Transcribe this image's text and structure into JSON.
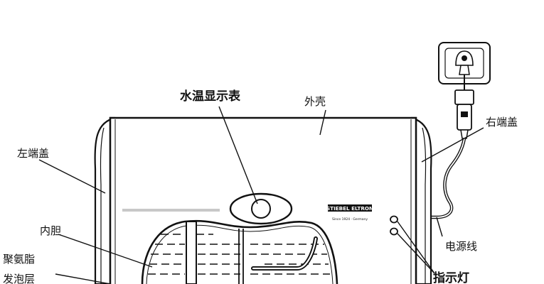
{
  "diagram": {
    "labels": {
      "water_temp_gauge": "水温显示表",
      "outer_shell": "外壳",
      "right_end_cover": "右端盖",
      "left_end_cover": "左端盖",
      "power_cord": "电源线",
      "inner_tank": "内胆",
      "foam_layer_line1": "聚氨脂",
      "foam_layer_line2": "发泡层",
      "indicator_light": "指示灯"
    },
    "brand_plate": {
      "brand": "STIEBEL ELTRON",
      "tagline": "Since 1924 · Germany"
    },
    "colors": {
      "ink": "#111111",
      "background": "#ffffff",
      "highlight_bar": "#c8c8c8"
    }
  }
}
